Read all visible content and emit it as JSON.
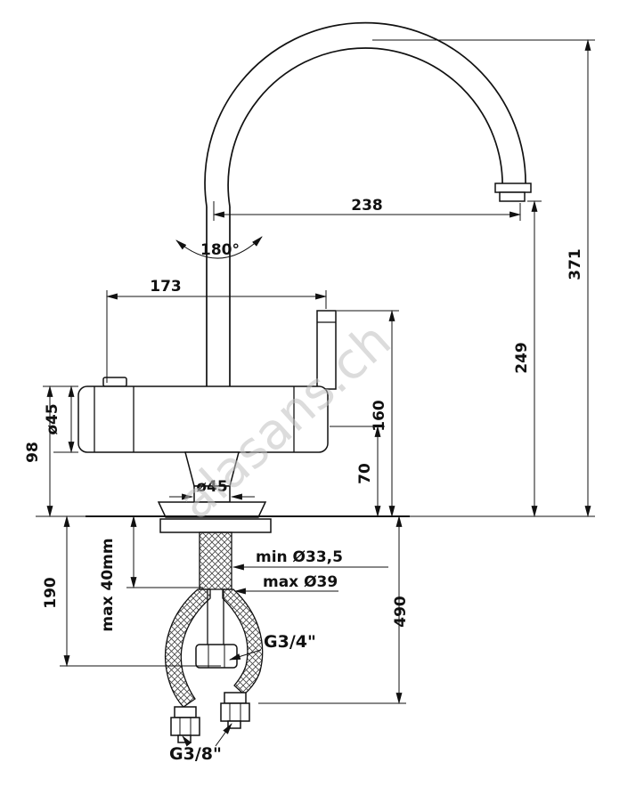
{
  "diagram": {
    "watermark": "alasans.ch",
    "dimensions": {
      "spout_reach": "238",
      "total_height": "371",
      "swivel_angle": "180°",
      "body_length": "173",
      "spout_height": "249",
      "handle_height": "160",
      "body_center_height": "70",
      "body_diameter": "ø45",
      "body_height": "98",
      "base_diameter": "ø45",
      "under_counter_depth": "190",
      "max_counter_thickness": "max 40mm",
      "hole_min": "min Ø33,5",
      "hole_max": "max Ø39",
      "hose_length": "490",
      "connection_center": "G3/4\"",
      "connection_hoses": "G3/8\""
    }
  }
}
